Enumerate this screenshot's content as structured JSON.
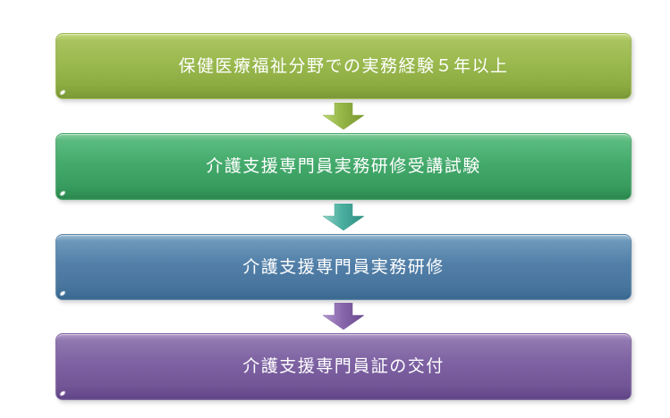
{
  "diagram": {
    "type": "flowchart-vertical",
    "background_color": "#ffffff",
    "text_color": "#ffffff",
    "steps": [
      {
        "label": "保健医療福祉分野での実務経験５年以上",
        "color": "#9ab94e",
        "color_top": "#b6cf6e",
        "color_bottom": "#7e9c38"
      },
      {
        "label": "介護支援専門員実務研修受講試験",
        "color": "#44aa6c",
        "color_top": "#6cc28c",
        "color_bottom": "#2c8b50"
      },
      {
        "label": "介護支援専門員実務研修",
        "color": "#527fa8",
        "color_top": "#84a9c6",
        "color_bottom": "#3b6b93"
      },
      {
        "label": "介護支援専門員証の交付",
        "color": "#7d61a2",
        "color_top": "#a28abd",
        "color_bottom": "#63478a"
      }
    ],
    "arrows": [
      {
        "direction": "down",
        "color": "#96b647",
        "color_light": "#bcd671",
        "color_dark": "#76962f"
      },
      {
        "direction": "down",
        "color": "#4bafa0",
        "color_light": "#8ed2c4",
        "color_dark": "#2e8d80"
      },
      {
        "direction": "down",
        "color": "#8b68ae",
        "color_light": "#b49ace",
        "color_dark": "#66478c"
      }
    ]
  }
}
